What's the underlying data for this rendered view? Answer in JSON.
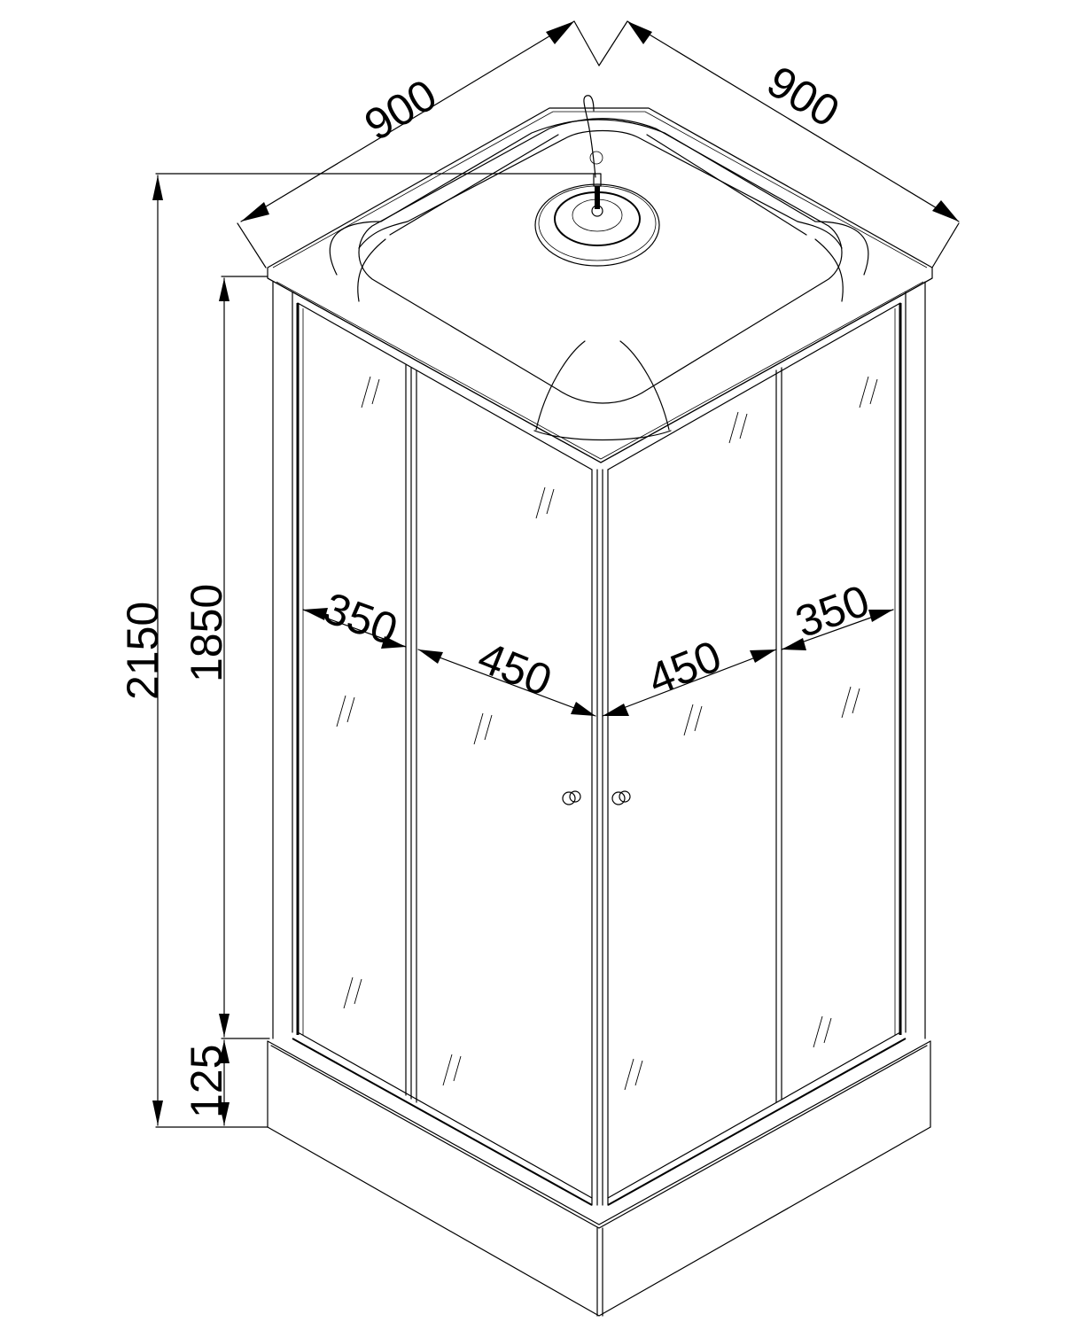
{
  "drawing": {
    "subject": "Corner shower cabin with sliding doors",
    "background": "#ffffff",
    "line_color": "#000000"
  },
  "dimensions": {
    "width_left": "900",
    "width_right": "900",
    "total_height": "2150",
    "glass_height": "1850",
    "tray_height": "125",
    "panel_fixed_left": "350",
    "door_left": "450",
    "door_right": "450",
    "panel_fixed_right": "350"
  },
  "components": {
    "roof": "roof-with-overhead-shower",
    "shower_head": "rain-shower-head",
    "hose": "shower-hose",
    "handles": [
      "door-knob-left",
      "door-knob-right"
    ],
    "tray": "shower-tray-base",
    "glass_marks": "glass-reflection-marks"
  }
}
